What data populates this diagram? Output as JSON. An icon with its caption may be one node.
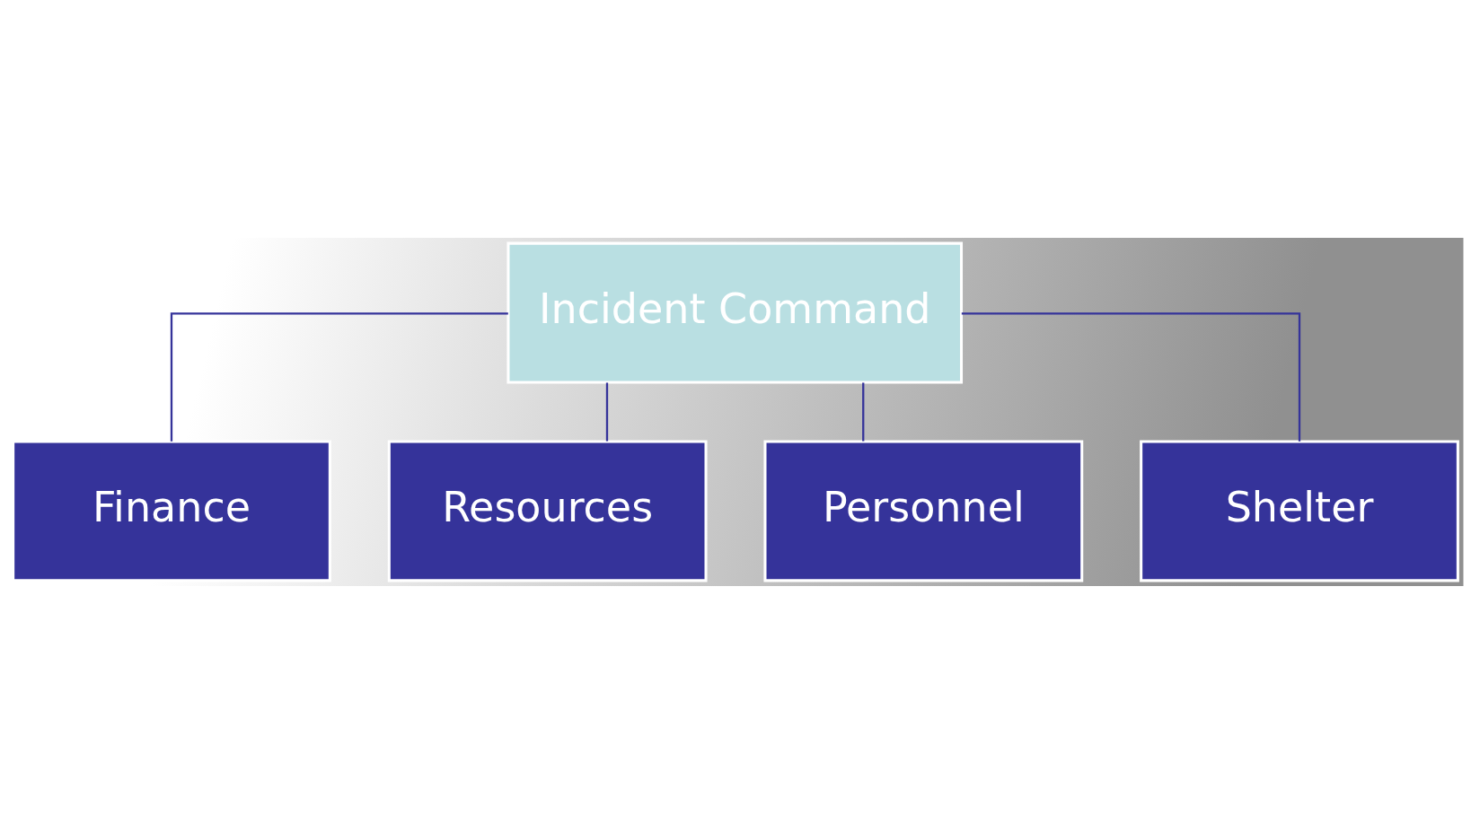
{
  "diagram": {
    "nodes": [
      {
        "text": [
          "Incident Command"
        ]
      },
      {
        "text": [
          "Finance"
        ]
      },
      {
        "text": [
          "Resources"
        ]
      },
      {
        "text": [
          "Personnel"
        ]
      },
      {
        "text": [
          "Shelter"
        ]
      }
    ],
    "edges": [
      {
        "from": 0,
        "to": 1,
        "arrow": "none"
      },
      {
        "from": 0,
        "to": 2,
        "arrow": "none"
      },
      {
        "from": 0,
        "to": 3,
        "arrow": "none"
      },
      {
        "from": 0,
        "to": 4,
        "arrow": "none"
      }
    ]
  }
}
